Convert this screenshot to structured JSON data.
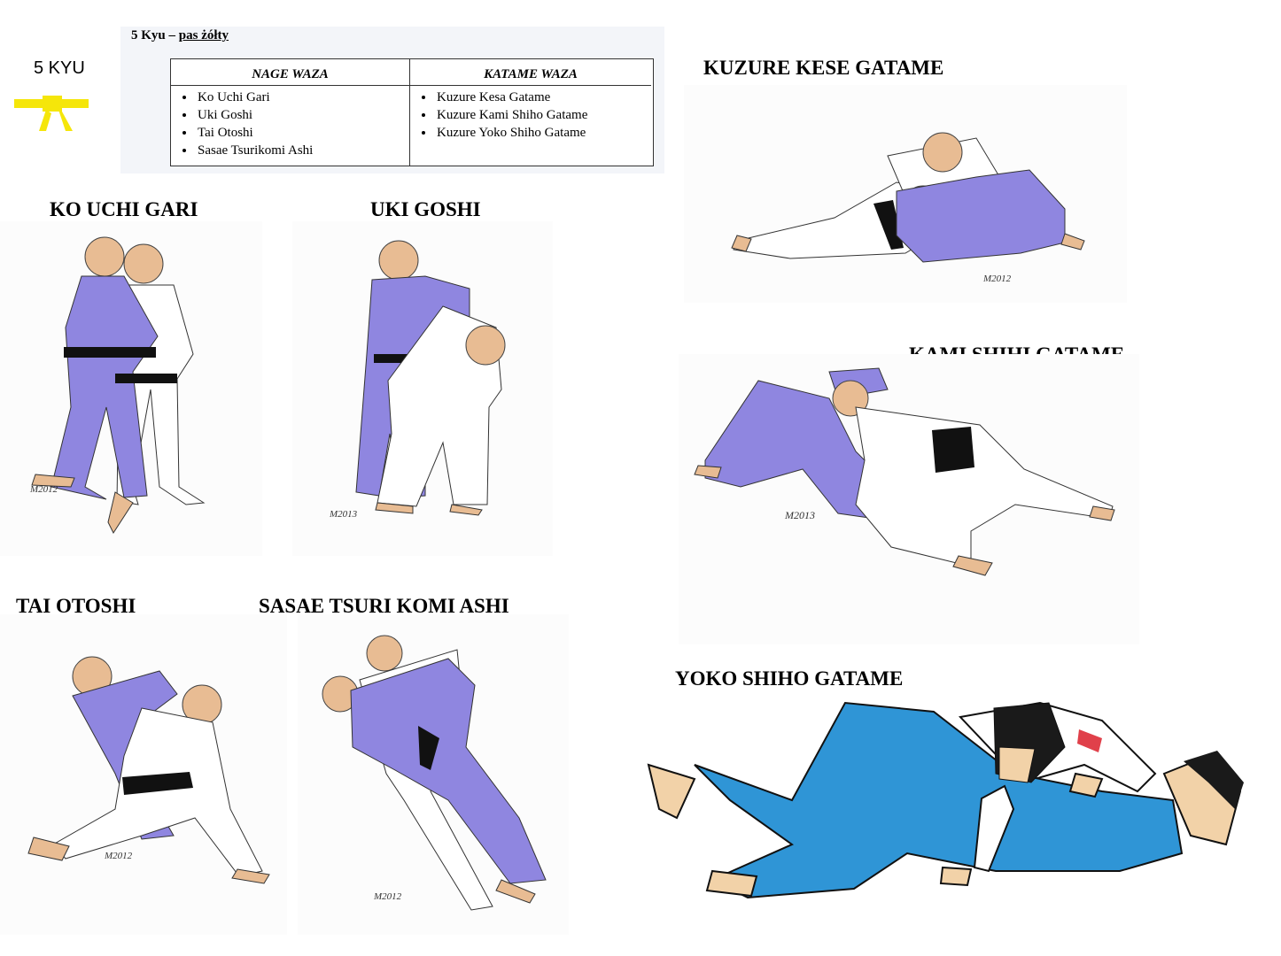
{
  "belt_rank": "5 KYU",
  "belt_color": "#f5e60a",
  "doc": {
    "title_main": "5 Kyu – ",
    "title_underlined": "pas żółty",
    "table": {
      "headers": [
        "NAGE WAZA",
        "KATAME WAZA"
      ],
      "nage_waza": [
        "Ko Uchi Gari",
        "Uki Goshi",
        "Tai Otoshi",
        "Sasae Tsurikomi Ashi"
      ],
      "katame_waza": [
        "Kuzure Kesa Gatame",
        "Kuzure Kami Shiho Gatame",
        "Kuzure  Yoko Shiho Gatame"
      ]
    }
  },
  "techniques": [
    {
      "label": "KO UCHI GARI",
      "signature": "M2012"
    },
    {
      "label": "UKI GOSHI",
      "signature": "M2013"
    },
    {
      "label": "TAI OTOSHI",
      "signature": "M2012"
    },
    {
      "label": "SASAE TSURI KOMI ASHI",
      "signature": "M2012"
    },
    {
      "label": "KUZURE KESE GATAME",
      "signature": "M2012"
    },
    {
      "label": "KAMI SHIHI GATAME",
      "signature": "M2013"
    },
    {
      "label": "YOKO SHIHO GATAME",
      "signature": ""
    }
  ],
  "colors": {
    "blue_gi": "#8f86e0",
    "white_gi": "#ffffff",
    "black_belt": "#111111",
    "skin": "#e8bc93",
    "cyan_gi": "#2f95d6"
  }
}
